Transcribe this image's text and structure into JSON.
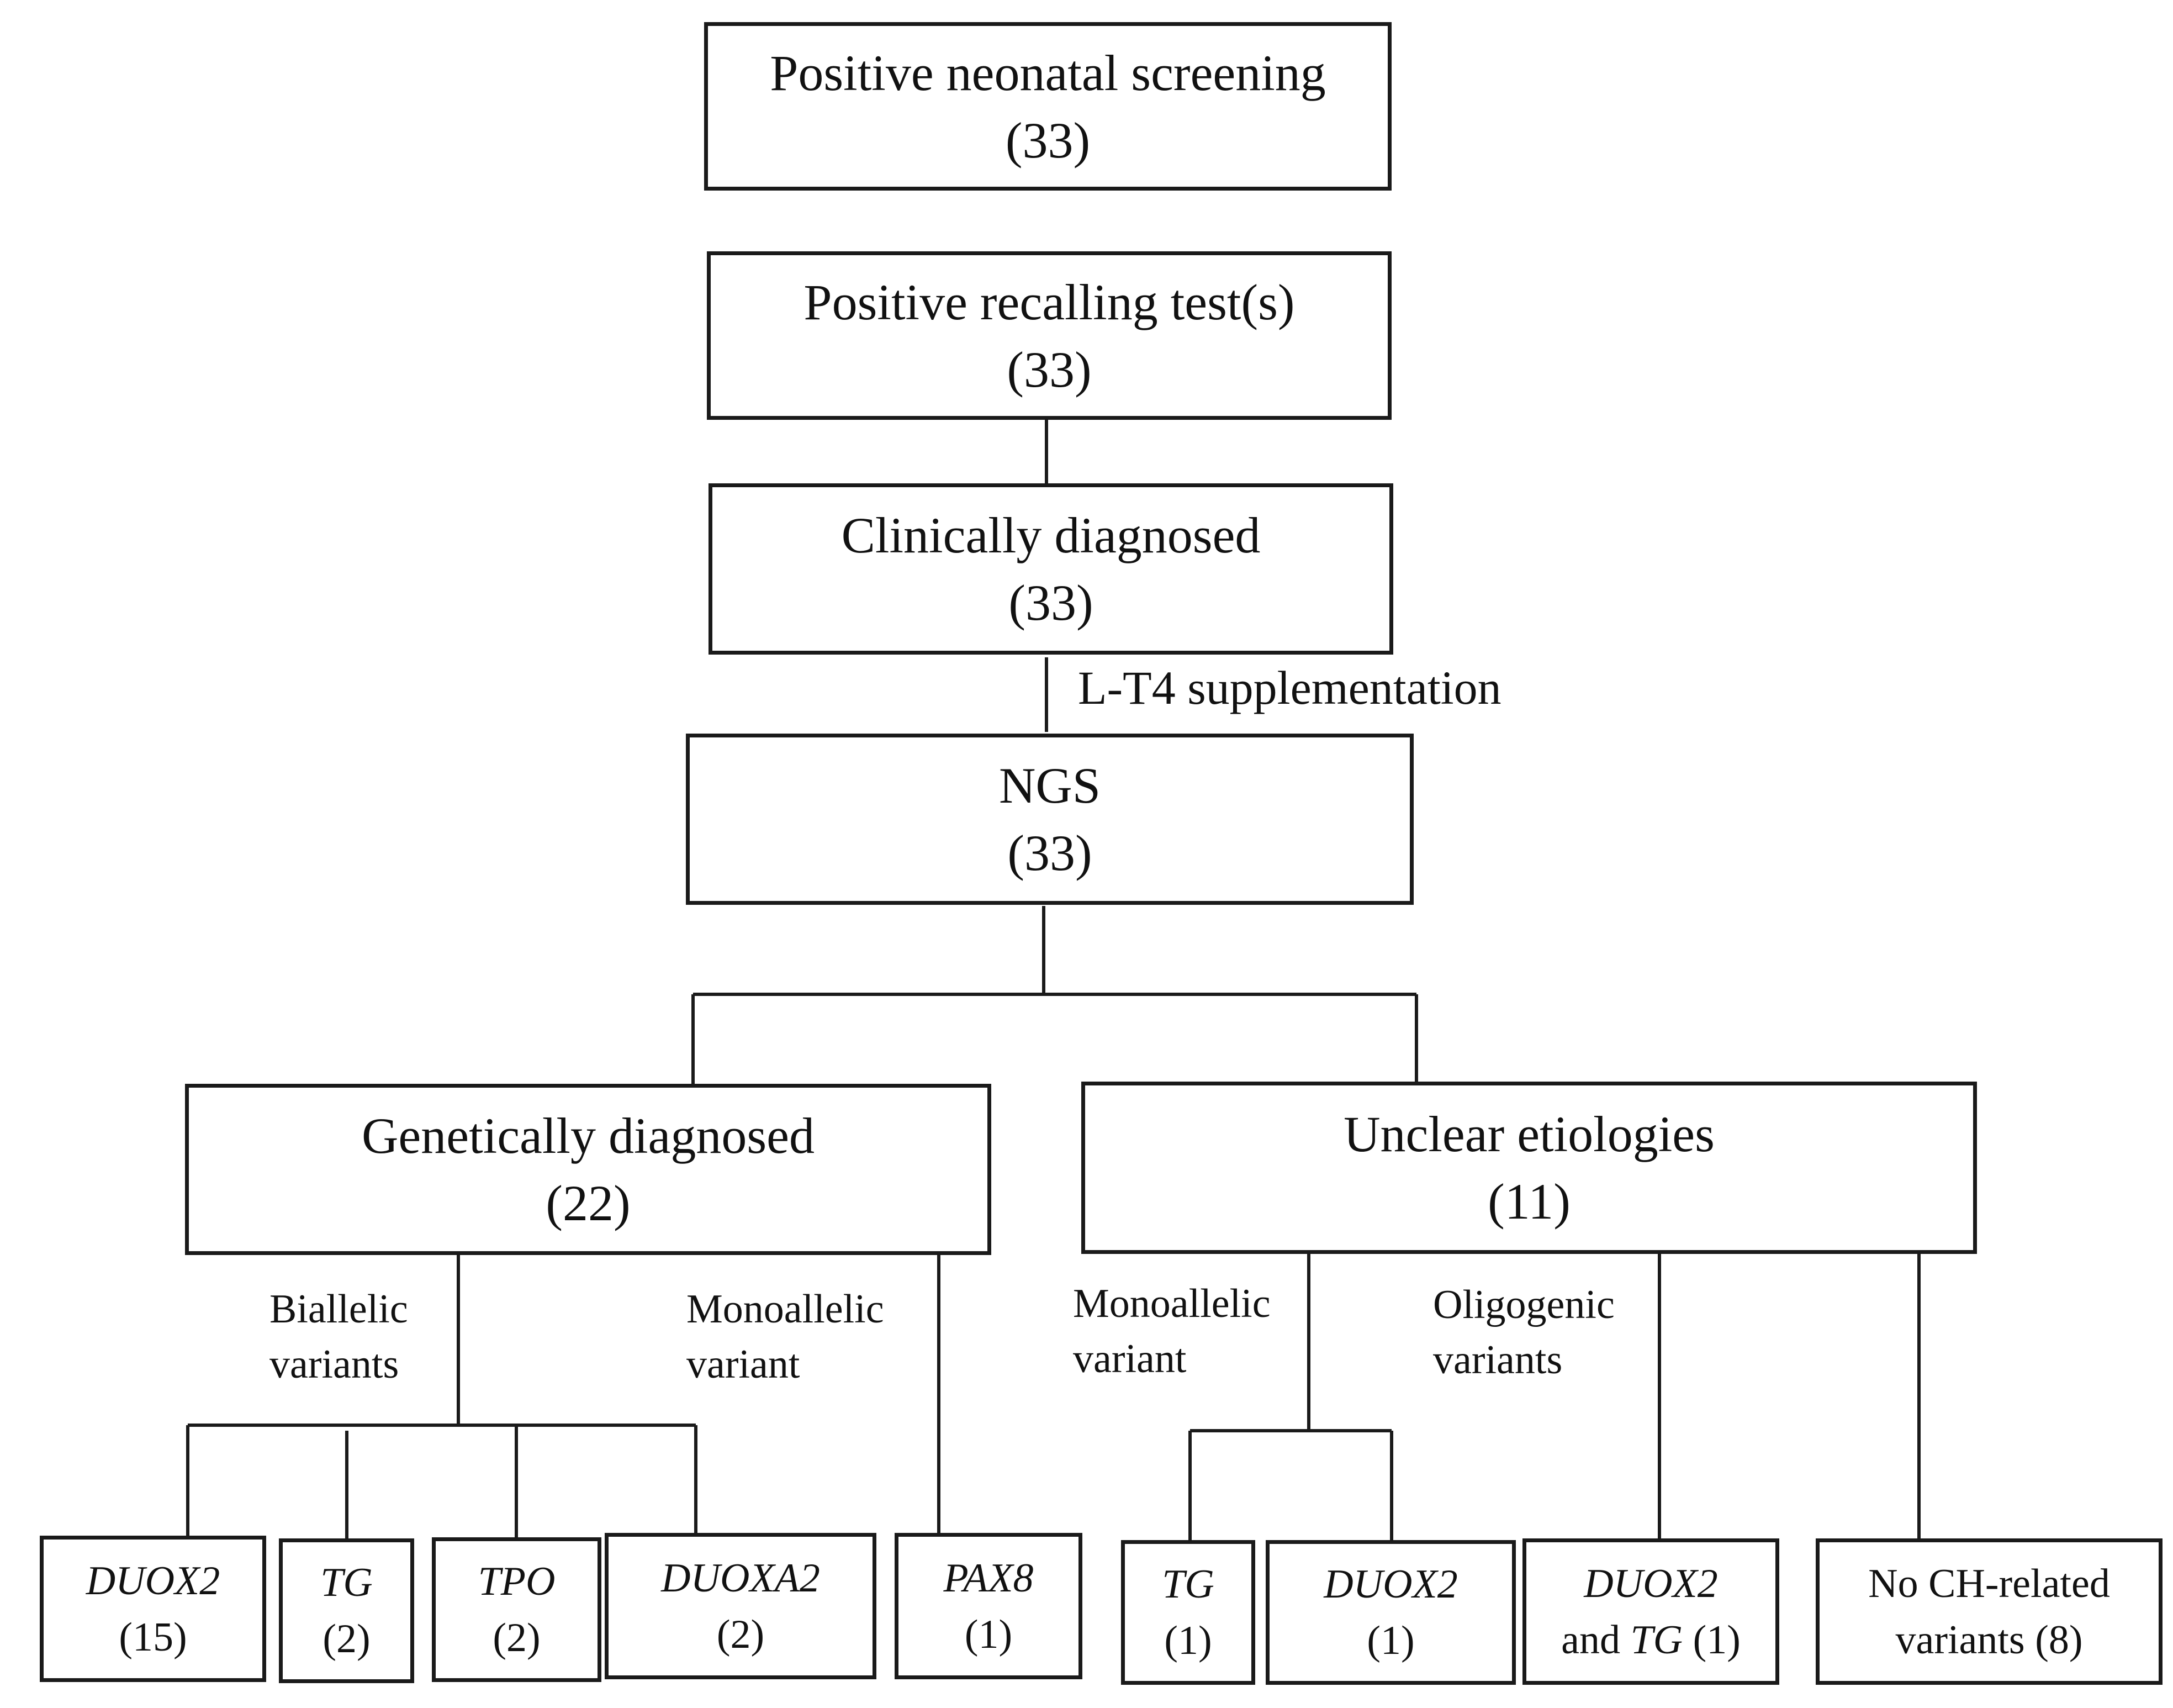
{
  "top_boxes": [
    {
      "label": "Positive neonatal screening",
      "count": "(33)"
    },
    {
      "label": "Positive recalling test(s)",
      "count": "(33)"
    },
    {
      "label": "Clinically diagnosed",
      "count": "(33)"
    },
    {
      "label": "NGS",
      "count": "(33)"
    }
  ],
  "edge_label": "L-T4 supplementation",
  "groups": {
    "genetic": {
      "label": "Genetically diagnosed",
      "count": "(22)"
    },
    "unclear": {
      "label": "Unclear etiologies",
      "count": "(11)"
    }
  },
  "branch_labels": {
    "biallelic": [
      "Biallelic",
      "variants"
    ],
    "mono_genetic": [
      "Monoallelic",
      "variant"
    ],
    "mono_unclear": [
      "Monoallelic",
      "variant"
    ],
    "oligogenic": [
      "Oligogenic",
      "variants"
    ]
  },
  "leaves": [
    {
      "gene": "DUOX2",
      "count": "(15)"
    },
    {
      "gene": "TG",
      "count": "(2)"
    },
    {
      "gene": "TPO",
      "count": "(2)"
    },
    {
      "gene": "DUOXA2",
      "count": "(2)"
    },
    {
      "gene": "PAX8",
      "count": "(1)"
    },
    {
      "gene": "TG",
      "count": "(1)"
    },
    {
      "gene": "DUOX2",
      "count": "(1)"
    }
  ],
  "leaf_oligo": {
    "gene1": "DUOX2",
    "and": "and ",
    "gene2": "TG",
    "count": " (1)"
  },
  "leaf_none": {
    "line1": "No CH-related",
    "line2": "variants (8)"
  }
}
